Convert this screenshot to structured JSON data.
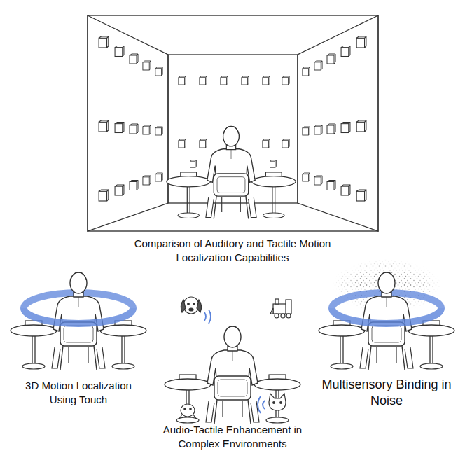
{
  "diagram": {
    "labels": [
      "Comparison of Auditory and Tactile Motion Localization Capabilities",
      "3D Motion Localization Using Touch",
      "Audio-Tactile Enhancement in Complex Environments",
      "Multisensory Binding in Noise"
    ]
  }
}
